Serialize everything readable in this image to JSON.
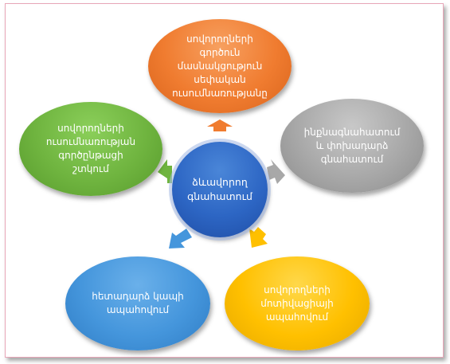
{
  "diagram": {
    "center": {
      "label": "ձևավորող\nգնահատում",
      "color": "#2d66c4"
    },
    "nodes": [
      {
        "id": "top",
        "label": "սովորողների\nգործուն\nմասնակցություն\nսեփական\nուսումնառությանը",
        "color": "#f07c30"
      },
      {
        "id": "right",
        "label": "ինքնագնահատում\nև փոխադարձ\nգնահատում",
        "color": "#a8a8a8"
      },
      {
        "id": "bottom-right",
        "label": "սովորողների\nմոտիվացիայի\nապահովում",
        "color": "#ffc000"
      },
      {
        "id": "bottom-left",
        "label": "հետադարձ կապի\nապահովում",
        "color": "#4596dc"
      },
      {
        "id": "left",
        "label": "սովորողների\nուսումնառության\nգործընթացի\nշտկում",
        "color": "#6fb43f"
      }
    ]
  }
}
